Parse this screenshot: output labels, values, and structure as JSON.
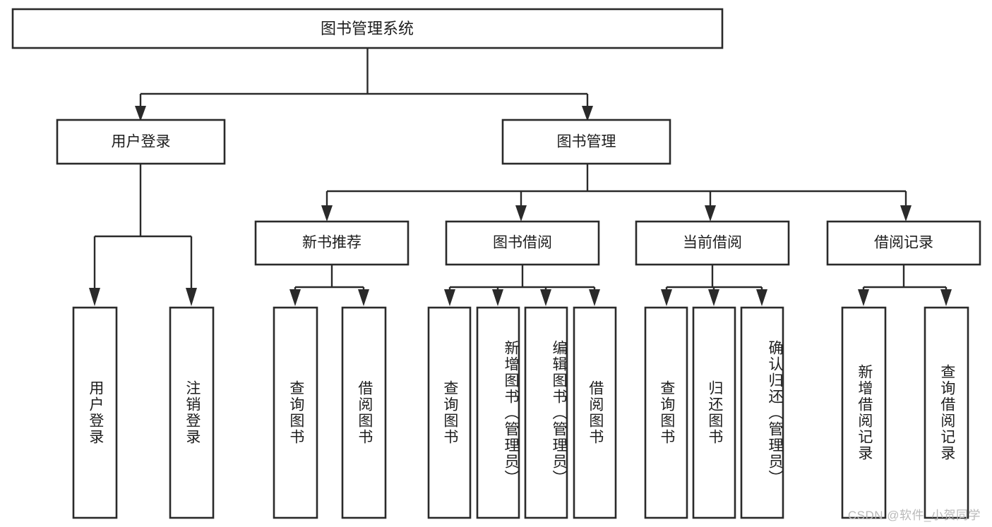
{
  "diagram": {
    "type": "tree-hierarchy-chart",
    "title": "图书管理系统",
    "background_color": "#ffffff",
    "line_color": "#2a2a2a",
    "text_color": "#1d1d1d",
    "root": {
      "label": "图书管理系统",
      "orientation": "horizontal"
    },
    "level2": [
      {
        "label": "用户登录",
        "orientation": "horizontal"
      },
      {
        "label": "图书管理",
        "orientation": "horizontal"
      }
    ],
    "level3": [
      {
        "label": "新书推荐",
        "orientation": "horizontal"
      },
      {
        "label": "图书借阅",
        "orientation": "horizontal"
      },
      {
        "label": "当前借阅",
        "orientation": "horizontal"
      },
      {
        "label": "借阅记录",
        "orientation": "horizontal"
      }
    ],
    "leaves": {
      "user_login": [
        {
          "label": "用户登录",
          "orientation": "vertical"
        },
        {
          "label": "注销登录",
          "orientation": "vertical"
        }
      ],
      "new_book_recommend": [
        {
          "label": "查询图书",
          "orientation": "vertical"
        },
        {
          "label": "借阅图书",
          "orientation": "vertical"
        }
      ],
      "book_borrow": [
        {
          "label": "查询图书",
          "orientation": "vertical"
        },
        {
          "label": "新增图书（管理员）",
          "orientation": "vertical"
        },
        {
          "label": "编辑图书（管理员）",
          "orientation": "vertical"
        },
        {
          "label": "借阅图书",
          "orientation": "vertical"
        }
      ],
      "current_borrow": [
        {
          "label": "查询图书",
          "orientation": "vertical"
        },
        {
          "label": "归还图书",
          "orientation": "vertical"
        },
        {
          "label": "确认归还（管理员）",
          "orientation": "vertical"
        }
      ],
      "borrow_record": [
        {
          "label": "新增借阅记录",
          "orientation": "vertical"
        },
        {
          "label": "查询借阅记录",
          "orientation": "vertical"
        }
      ]
    }
  },
  "watermark": {
    "text": "CSDN @软件_小贺同学"
  }
}
